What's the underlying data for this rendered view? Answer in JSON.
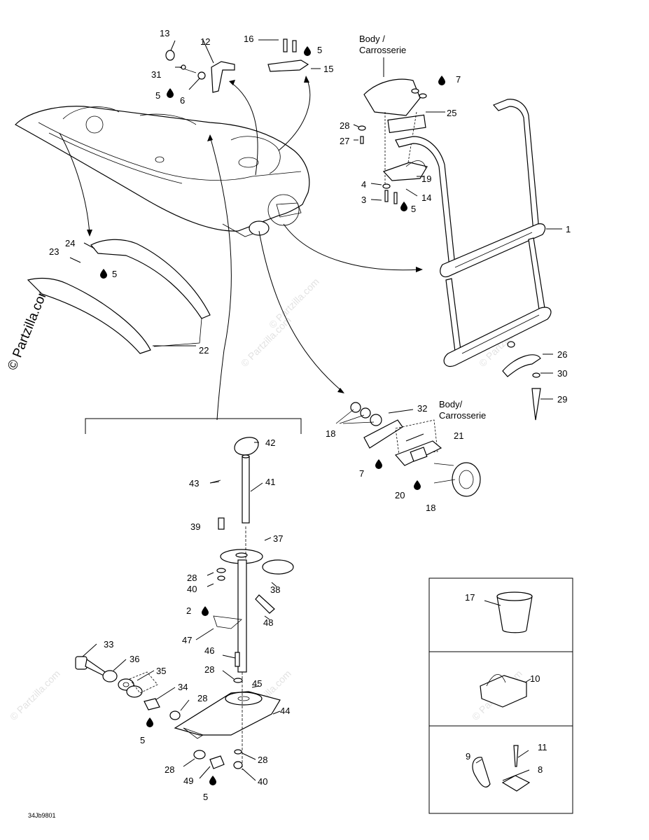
{
  "watermark": {
    "main": "© Partzilla.com",
    "faint": "© Partzilla.com"
  },
  "diagram_code": "34Jb9801",
  "body_labels": {
    "top": [
      "Body /",
      "Carrosserie"
    ],
    "mid": [
      "Body/",
      "Carrosserie"
    ]
  },
  "callouts": {
    "c1": "1",
    "c2": "2",
    "c3": "3",
    "c4": "4",
    "c5": "5",
    "c6": "6",
    "c7": "7",
    "c8": "8",
    "c9": "9",
    "c10": "10",
    "c11": "11",
    "c12": "12",
    "c13": "13",
    "c14": "14",
    "c15": "15",
    "c16": "16",
    "c17": "17",
    "c18": "18",
    "c19": "19",
    "c20": "20",
    "c21": "21",
    "c22": "22",
    "c23": "23",
    "c24": "24",
    "c25": "25",
    "c26": "26",
    "c27": "27",
    "c28": "28",
    "c29": "29",
    "c30": "30",
    "c31": "31",
    "c32": "32",
    "c33": "33",
    "c34": "34",
    "c35": "35",
    "c36": "36",
    "c37": "37",
    "c38": "38",
    "c39": "39",
    "c40": "40",
    "c41": "41",
    "c42": "42",
    "c43": "43",
    "c44": "44",
    "c45": "45",
    "c46": "46",
    "c47": "47",
    "c48": "48",
    "c49": "49"
  }
}
